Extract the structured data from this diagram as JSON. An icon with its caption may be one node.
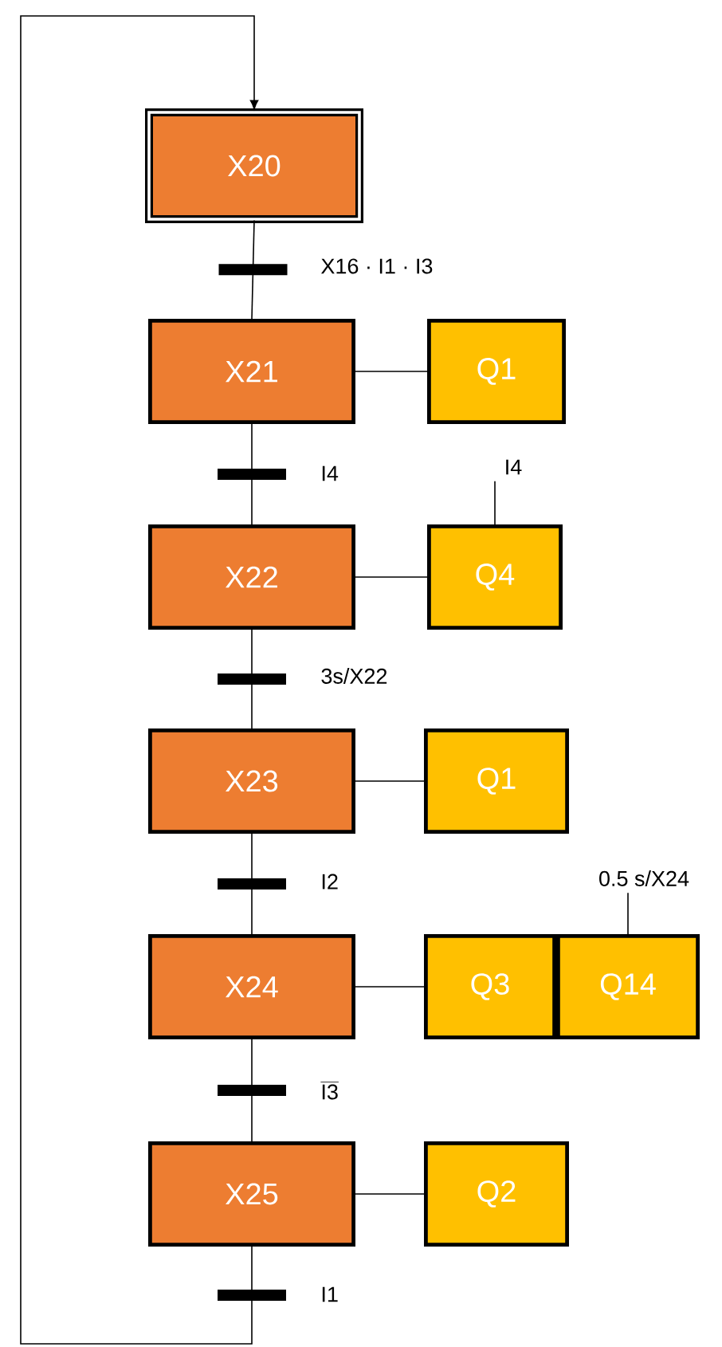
{
  "diagram": {
    "nodes": [
      {
        "text": [
          "X20"
        ]
      },
      {
        "text": [
          "X21"
        ]
      },
      {
        "text": [
          "X22"
        ]
      },
      {
        "text": [
          "X23"
        ]
      },
      {
        "text": [
          "X24"
        ]
      },
      {
        "text": [
          "X25"
        ]
      },
      {
        "text": [
          "Q1"
        ]
      },
      {
        "text": [
          "Q4"
        ]
      },
      {
        "text": [
          "Q1"
        ]
      },
      {
        "text": [
          "Q3"
        ]
      },
      {
        "text": [
          "Q14"
        ]
      },
      {
        "text": [
          "Q2"
        ]
      },
      {
        "text": [
          "I4"
        ]
      },
      {
        "text": [
          "0.5 s/X24"
        ]
      }
    ],
    "edges": [
      {
        "from": 0,
        "to": 1,
        "arrow": "none",
        "label": "X16 · I1 · I3"
      },
      {
        "from": 1,
        "to": 2,
        "arrow": "none",
        "label": "I4"
      },
      {
        "from": 2,
        "to": 3,
        "arrow": "none",
        "label": "3s/X22"
      },
      {
        "from": 3,
        "to": 4,
        "arrow": "none",
        "label": "I2"
      },
      {
        "from": 4,
        "to": 5,
        "arrow": "none",
        "label": "\\overline{\\mathrm{I3}}"
      },
      {
        "from": 5,
        "to": 0,
        "arrow": "to",
        "label": "I1"
      },
      {
        "from": 1,
        "to": 6,
        "arrow": "none"
      },
      {
        "from": 2,
        "to": 7,
        "arrow": "none"
      },
      {
        "from": 3,
        "to": 8,
        "arrow": "none"
      },
      {
        "from": 4,
        "to": 9,
        "arrow": "none"
      },
      {
        "from": 5,
        "to": 11,
        "arrow": "none"
      },
      {
        "from": 12,
        "to": 7,
        "arrow": "none"
      },
      {
        "from": 13,
        "to": 10,
        "arrow": "none"
      }
    ]
  }
}
